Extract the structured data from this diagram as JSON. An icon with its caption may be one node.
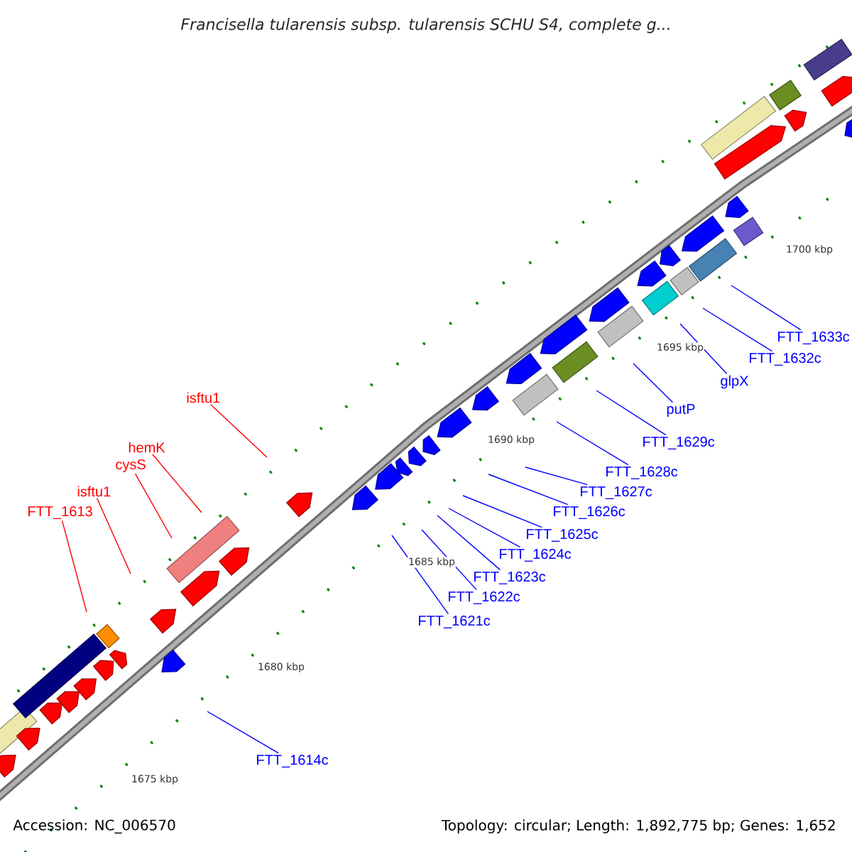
{
  "diagram": {
    "title": "Francisella tularensis subsp. tularensis SCHU S4, complete g...",
    "nodes": [
      {
        "text": [
          "isftu1"
        ]
      },
      {
        "text": [
          "hemK"
        ]
      },
      {
        "text": [
          "cysS"
        ]
      },
      {
        "text": [
          "isftu1"
        ]
      },
      {
        "text": [
          "FTT_1613"
        ]
      },
      {
        "text": [
          "FTT_1614c"
        ]
      },
      {
        "text": [
          "FTT_1621c"
        ]
      },
      {
        "text": [
          "FTT_1622c"
        ]
      },
      {
        "text": [
          "FTT_1623c"
        ]
      },
      {
        "text": [
          "FTT_1624c"
        ]
      },
      {
        "text": [
          "FTT_1625c"
        ]
      },
      {
        "text": [
          "FTT_1626c"
        ]
      },
      {
        "text": [
          "FTT_1627c"
        ]
      },
      {
        "text": [
          "FTT_1628c"
        ]
      },
      {
        "text": [
          "FTT_1629c"
        ]
      },
      {
        "text": [
          "putP"
        ]
      },
      {
        "text": [
          "glpX"
        ]
      },
      {
        "text": [
          "FTT_1632c"
        ]
      },
      {
        "text": [
          "FTT_1633c"
        ]
      }
    ],
    "edges": [
      {
        "from": 0,
        "to": null,
        "arrow": "none",
        "color": "#ff0000"
      },
      {
        "from": 1,
        "to": null,
        "arrow": "none",
        "color": "#ff0000"
      },
      {
        "from": 2,
        "to": null,
        "arrow": "none",
        "color": "#ff0000"
      },
      {
        "from": 3,
        "to": null,
        "arrow": "none",
        "color": "#ff0000"
      },
      {
        "from": 4,
        "to": null,
        "arrow": "none",
        "color": "#ff0000"
      },
      {
        "from": 5,
        "to": null,
        "arrow": "none"
      },
      {
        "from": 6,
        "to": null,
        "arrow": "none"
      },
      {
        "from": 7,
        "to": null,
        "arrow": "none"
      },
      {
        "from": 8,
        "to": null,
        "arrow": "none"
      },
      {
        "from": 9,
        "to": null,
        "arrow": "none"
      },
      {
        "from": 10,
        "to": null,
        "arrow": "none"
      },
      {
        "from": 11,
        "to": null,
        "arrow": "none"
      },
      {
        "from": 12,
        "to": null,
        "arrow": "none"
      },
      {
        "from": 13,
        "to": null,
        "arrow": "none"
      },
      {
        "from": 14,
        "to": null,
        "arrow": "none"
      },
      {
        "from": 15,
        "to": null,
        "arrow": "none"
      },
      {
        "from": 16,
        "to": null,
        "arrow": "none"
      },
      {
        "from": 17,
        "to": null,
        "arrow": "none"
      },
      {
        "from": 18,
        "to": null,
        "arrow": "none"
      }
    ],
    "labels": [
      "1700 kbp",
      "1695 kbp",
      "1690 kbp",
      "1685 kbp",
      "1680 kbp",
      "1675 kbp",
      "Accession: NC_006570",
      "Topology: circular; Length: 1,892,775 bp; Genes: 1,652"
    ]
  }
}
